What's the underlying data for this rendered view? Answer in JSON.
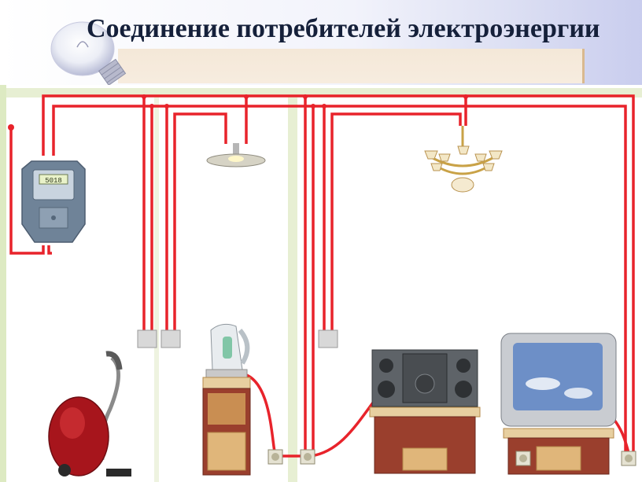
{
  "title": "Соединение потребителей электроэнергии",
  "meter": {
    "display_text": "5018"
  },
  "colors": {
    "wire": "#e8232b",
    "wall": "#ddeac2",
    "header_tint": "#c9cdee",
    "title_text": "#15203a"
  },
  "elements": [
    "bulb-icon",
    "electric-meter",
    "ceiling-lamp",
    "chandelier",
    "switch",
    "switch",
    "switch",
    "vacuum-cleaner",
    "electric-kettle",
    "music-center",
    "tv",
    "socket",
    "socket",
    "socket",
    "socket"
  ]
}
